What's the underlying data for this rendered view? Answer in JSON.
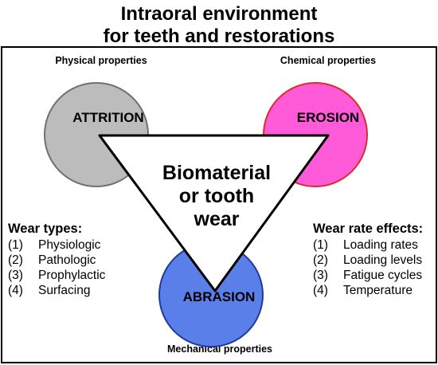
{
  "title": {
    "line1": "Intraoral environment",
    "line2": "for teeth and restorations"
  },
  "labels": {
    "physical": "Physical properties",
    "chemical": "Chemical properties",
    "mechanical": "Mechanical properties"
  },
  "circles": {
    "attrition": {
      "label": "ATTRITION",
      "color": "#bcbcbc"
    },
    "erosion": {
      "label": "EROSION",
      "color": "#ff5bd8"
    },
    "abrasion": {
      "label": "ABRASION",
      "color": "#5b7fe8"
    }
  },
  "center": {
    "line1": "Biomaterial",
    "line2": "or tooth",
    "line3": "wear"
  },
  "wear_types": {
    "heading": "Wear types:",
    "items": [
      {
        "num": "(1)",
        "text": "Physiologic"
      },
      {
        "num": "(2)",
        "text": "Pathologic"
      },
      {
        "num": "(3)",
        "text": "Prophylactic"
      },
      {
        "num": "(4)",
        "text": "Surfacing"
      }
    ]
  },
  "wear_rate_effects": {
    "heading": "Wear rate effects:",
    "items": [
      {
        "num": "(1)",
        "text": "Loading rates"
      },
      {
        "num": "(2)",
        "text": "Loading levels"
      },
      {
        "num": "(3)",
        "text": "Fatigue cycles"
      },
      {
        "num": "(4)",
        "text": "Temperature"
      }
    ]
  }
}
